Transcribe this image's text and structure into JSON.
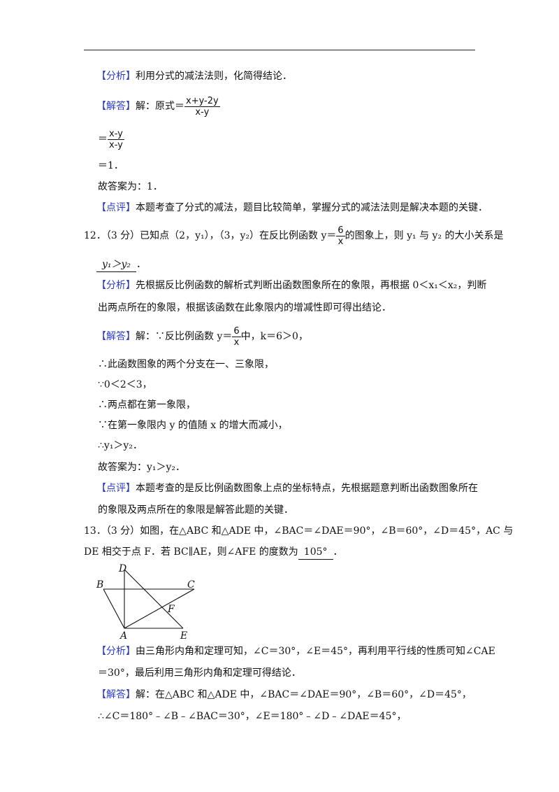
{
  "q11": {
    "analysis_tag": "【分析】",
    "analysis_text": "利用分式的减法法则，化简得结论．",
    "solution_tag": "【解答】",
    "solution_prefix": "解：原式＝",
    "frac1_num": "x+y-2y",
    "frac1_den": "x-y",
    "eq_sign": "＝",
    "frac2_num": "x-y",
    "frac2_den": "x-y",
    "step3": "＝1．",
    "answer_line": "故答案为：1．",
    "comment_tag": "【点评】",
    "comment_text": "本题考查了分式的减法，题目比较简单，掌握分式的减法法则是解决本题的关键．"
  },
  "q12": {
    "stem_before": "12．（3 分）已知点（2，y₁），（3，y₂）在反比例函数 y＝",
    "frac_num": "6",
    "frac_den": "x",
    "stem_after": "的图象上，则 y₁ 与 y₂ 的大小关系是",
    "answer": "y₁＞y₂",
    "answer_end": "．",
    "analysis_tag": "【分析】",
    "analysis_line1": "先根据反比例函数的解析式判断出函数图象所在的象限，再根据 0＜x₁＜x₂，判断",
    "analysis_line2": "出两点所在的象限，根据该函数在此象限内的增减性即可得出结论．",
    "solution_tag": "【解答】",
    "solution_prefix": "解：∵反比例函数 y＝",
    "sol_frac_num": "6",
    "sol_frac_den": "x",
    "solution_suffix": "中，k＝6＞0，",
    "s1": "∴此函数图象的两个分支在一、三象限，",
    "s2": "∵0＜2＜3，",
    "s3": "∴两点都在第一象限，",
    "s4": "∵在第一象限内 y 的值随 x 的增大而减小，",
    "s5": "∴y₁＞y₂．",
    "answer_line": "故答案为：y₁＞y₂．",
    "comment_tag": "【点评】",
    "comment_line1": "本题考查的是反比例函数图象上点的坐标特点，先根据题意判断出函数图象所在",
    "comment_line2": "的象限及两点所在的象限是解答此题的关键．"
  },
  "q13": {
    "stem_line1": "13．（3 分）如图，在△ABC 和△ADE 中，∠BAC＝∠DAE＝90°，∠B＝60°，∠D＝45°，AC 与",
    "stem_line2_before": "DE 相交于点 F．若 BC∥AE，则∠AFE 的度数为",
    "answer": "105°",
    "answer_end": "．",
    "fig_labels": {
      "A": "A",
      "B": "B",
      "C": "C",
      "D": "D",
      "E": "E",
      "F": "F"
    },
    "analysis_tag": "【分析】",
    "analysis_line1": "由三角形内角和定理可知，∠C＝30°，∠E＝45°，再利用平行线的性质可知∠CAE",
    "analysis_line2": "＝30°，最后利用三角形内角和定理可得结论．",
    "solution_tag": "【解答】",
    "solution_text": "解：在△ABC 和△ADE 中，∠BAC＝∠DAE＝90°，∠B＝60°，∠D＝45°，",
    "s1": "∴∠C＝180°﹣∠B﹣∠BAC＝30°，∠E＝180°﹣∠D﹣∠DAE＝45°，"
  }
}
